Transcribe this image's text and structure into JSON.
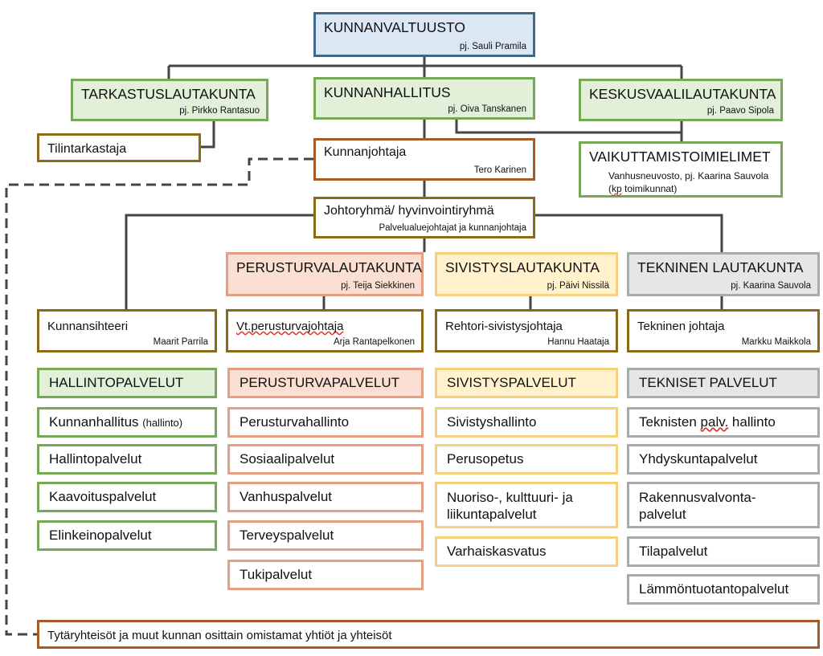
{
  "council": {
    "title": "KUNNANVALTUUSTO",
    "chair": "pj. Sauli Pramila"
  },
  "audit_board": {
    "title": "TARKASTUSLAUTAKUNTA",
    "chair": "pj. Pirkko Rantasuo"
  },
  "board": {
    "title": "KUNNANHALLITUS",
    "chair": "pj. Oiva Tanskanen"
  },
  "election_board": {
    "title": "KESKUSVAALILAUTAKUNTA",
    "chair": "pj. Paavo Sipola"
  },
  "auditor": {
    "title": "Tilintarkastaja"
  },
  "manager": {
    "title": "Kunnanjohtaja",
    "name": "Tero Karinen"
  },
  "influence": {
    "title": "VAIKUTTAMISTOIMIELIMET",
    "line1": "Vanhusneuvosto, pj. Kaarina Sauvola",
    "line2_prefix": "(",
    "line2_underlined": "kp",
    "line2_rest": " toimikunnat)"
  },
  "management_group": {
    "title": "Johtoryhmä/ hyvinvointiryhmä",
    "subtitle": "Palvelualuejohtajat ja kunnanjohtaja"
  },
  "columns": {
    "admin": {
      "lead_title": "Kunnansihteeri",
      "lead_name": "Maarit Parrila",
      "services_header": "HALLINTOPALVELUT",
      "item1_main": "Kunnanhallitus",
      "item1_small": "(hallinto)",
      "items": [
        "Hallintopalvelut",
        "Kaavoituspalvelut",
        "Elinkeinopalvelut"
      ]
    },
    "social": {
      "board_title": "PERUSTURVALAUTAKUNTA",
      "board_chair": "pj. Teija Siekkinen",
      "lead_title": "Vt.perusturvajohtaja",
      "lead_name": "Arja Rantapelkonen",
      "services_header": "PERUSTURVAPALVELUT",
      "items": [
        "Perusturvahallinto",
        "Sosiaalipalvelut",
        "Vanhuspalvelut",
        "Terveyspalvelut",
        "Tukipalvelut"
      ]
    },
    "education": {
      "board_title": "SIVISTYSLAUTAKUNTA",
      "board_chair": "pj. Päivi Nissilä",
      "lead_title": "Rehtori-sivistysjohtaja",
      "lead_name": "Hannu Haataja",
      "services_header": "SIVISTYSPALVELUT",
      "items": [
        "Sivistyshallinto",
        "Perusopetus"
      ],
      "item3_line1": "Nuoriso-, kulttuuri- ja",
      "item3_line2": "liikuntapalvelut",
      "item4": "Varhaiskasvatus"
    },
    "technical": {
      "board_title": "TEKNINEN LAUTAKUNTA",
      "board_chair": "pj. Kaarina Sauvola",
      "lead_title": "Tekninen johtaja",
      "lead_name": "Markku Maikkola",
      "services_header": "TEKNISET PALVELUT",
      "item1_prefix": "Teknisten ",
      "item1_underlined": "palv.",
      "item1_rest": " hallinto",
      "item2": "Yhdyskuntapalvelut",
      "item3_line1": "Rakennusvalvonta-",
      "item3_line2": "palvelut",
      "items_rest": [
        "Tilapalvelut",
        "Lämmöntuotantopalvelut"
      ]
    }
  },
  "subsidiaries": {
    "title": "Tytäryhteisöt ja muut kunnan osittain omistamat yhtiöt ja yhteisöt"
  },
  "colors": {
    "line": "#444444",
    "council": "#3e6989",
    "green": "#75a956",
    "brown": "#a85b29",
    "gold": "#8a6a18",
    "orange": "#e59f82",
    "yellow": "#f3d27b",
    "grey": "#aaaaaa"
  }
}
